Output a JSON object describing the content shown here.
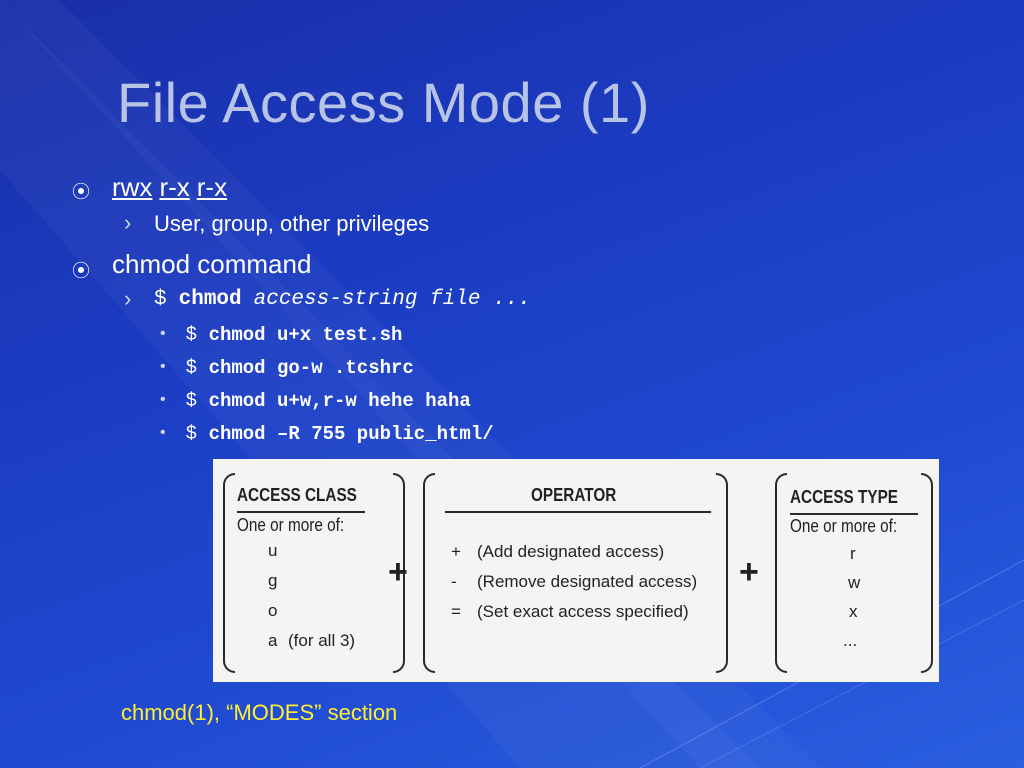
{
  "slide": {
    "title": "File Access Mode (1)",
    "bullets": {
      "b1": {
        "marker": "⦿",
        "parts": [
          "rwx",
          "r-x",
          "r-x"
        ],
        "sub": {
          "marker": "›",
          "text": "User, group, other privileges"
        }
      },
      "b2": {
        "marker": "⦿",
        "text": "chmod command",
        "sub": {
          "marker": "›",
          "prompt": "$",
          "cmd": "chmod",
          "args": "access-string file ...",
          "examples": [
            {
              "marker": "•",
              "prompt": "$",
              "cmd": "chmod u+x test.sh"
            },
            {
              "marker": "•",
              "prompt": "$",
              "cmd": "chmod go-w .tcshrc"
            },
            {
              "marker": "•",
              "prompt": "$",
              "cmd": "chmod u+w,r-w hehe haha"
            },
            {
              "marker": "•",
              "prompt": "$",
              "cmd": "chmod –R 755 public_html/"
            }
          ]
        }
      }
    },
    "diagram": {
      "access_class": {
        "header": "ACCESS CLASS",
        "sub": "One or more of:",
        "items": [
          "u",
          "g",
          "o",
          "a"
        ],
        "note": "(for all 3)"
      },
      "plus": "+",
      "operator": {
        "header": "OPERATOR",
        "items": [
          {
            "sign": "+",
            "desc": "(Add designated access)"
          },
          {
            "sign": "-",
            "desc": "(Remove designated access)"
          },
          {
            "sign": "=",
            "desc": "(Set exact access specified)"
          }
        ]
      },
      "access_type": {
        "header": "ACCESS TYPE",
        "sub": "One or more of:",
        "items": [
          "r",
          "w",
          "x",
          "..."
        ]
      }
    },
    "caption": "chmod(1), “MODES” section"
  },
  "colors": {
    "background": "#1b3cc2",
    "title": "#b8c4e6",
    "caption": "#ffee33",
    "panel": "#f4f4f2"
  }
}
